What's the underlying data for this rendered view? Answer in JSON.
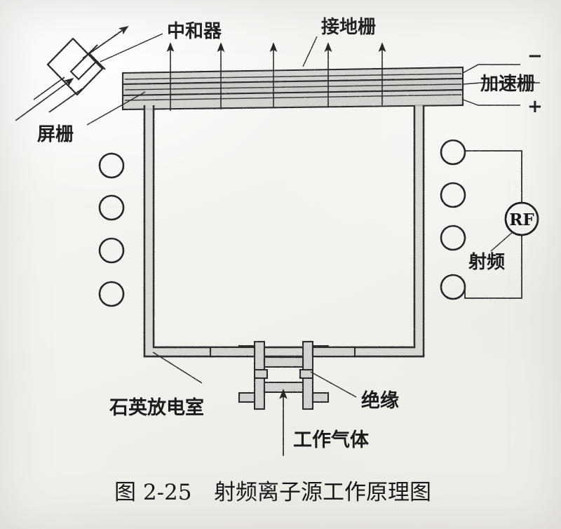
{
  "figure": {
    "caption_number": "图 2-25",
    "caption_title": "射频离子源工作原理图",
    "background_color": "#f3f2ee",
    "ink_color": "#2a2a2a",
    "fill_gray": "#d8d7d3"
  },
  "labels": {
    "neutralizer": "中和器",
    "screen_grid": "屏栅",
    "ground_grid": "接地栅",
    "accel_grid": "加速栅",
    "quartz_chamber": "石英放电室",
    "insulation": "绝缘",
    "working_gas": "工作气体",
    "radio_frequency": "射频",
    "rf_symbol": "RF",
    "minus_sign": "−",
    "plus_sign": "+"
  },
  "components": {
    "grid_stack": {
      "bands": 3,
      "beam_arrows": 5,
      "terminal_negative": "−",
      "terminal_positive": "+"
    },
    "coils": {
      "left_count": 4,
      "right_count": 4,
      "radius": 17
    },
    "rf_source": {
      "symbol": "RF",
      "label": "射频"
    },
    "gas_inlet": {
      "label": "工作气体",
      "insulator_label": "绝缘"
    }
  }
}
